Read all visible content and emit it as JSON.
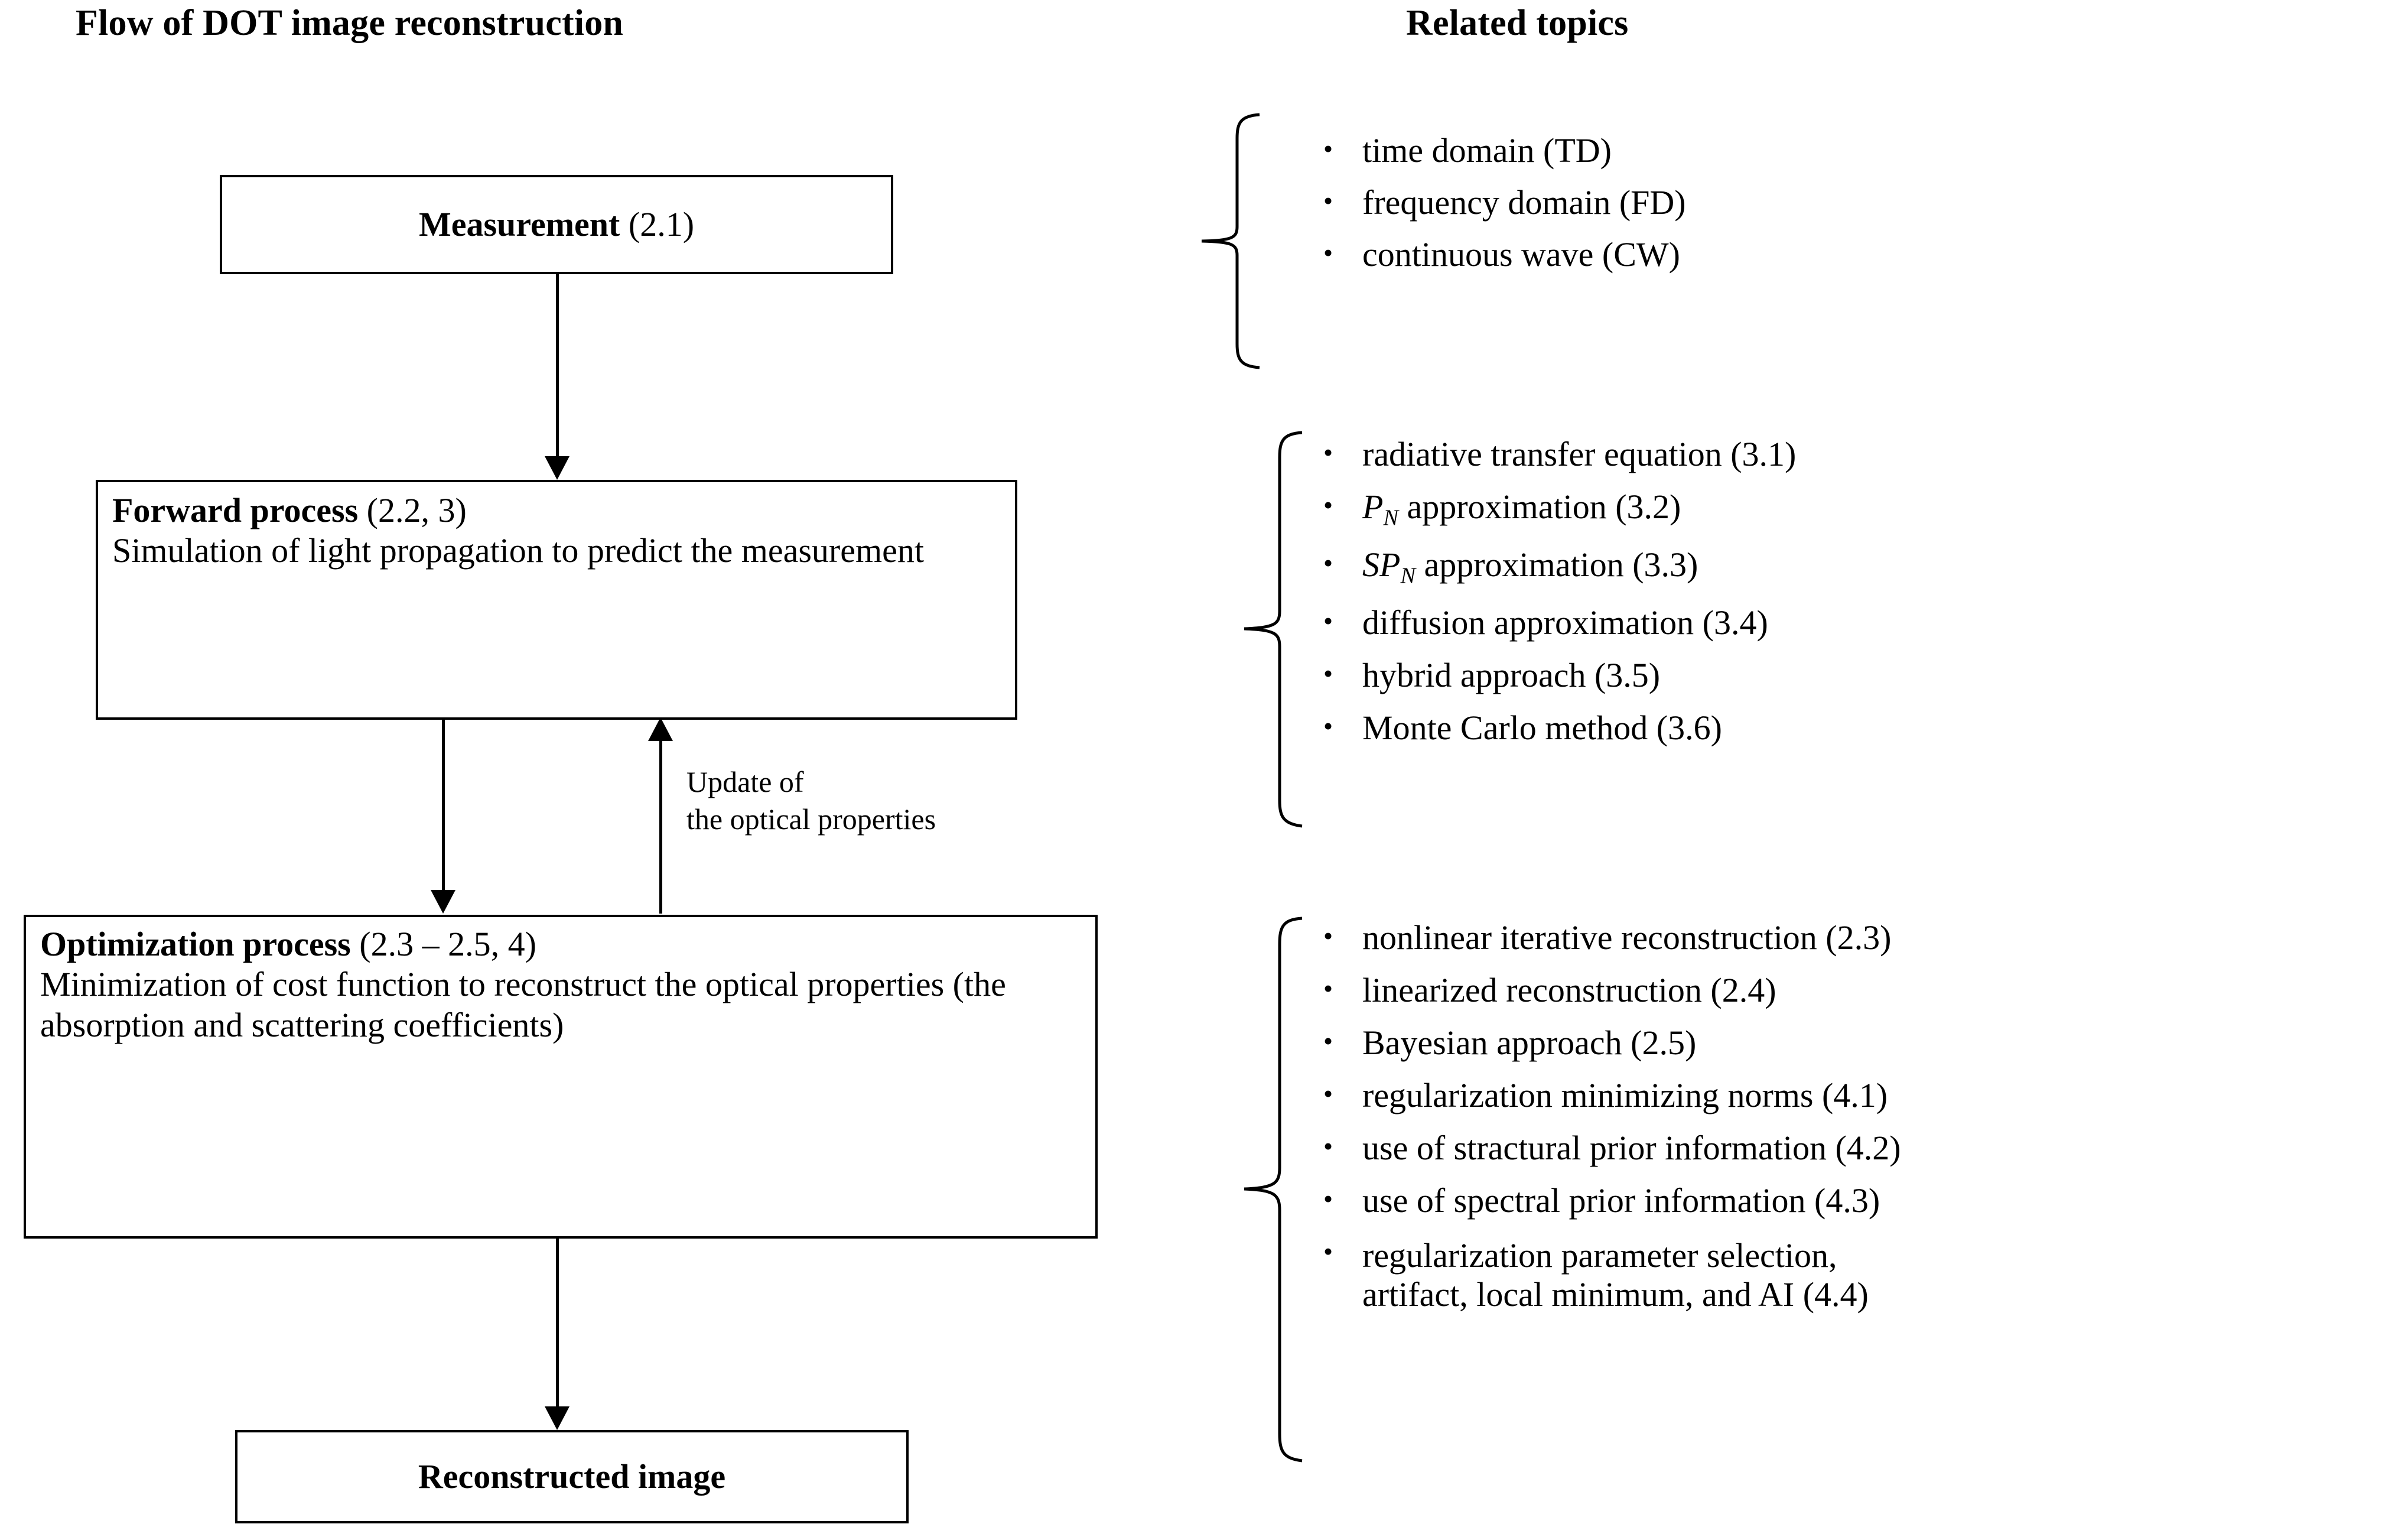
{
  "flow": {
    "title": "Flow of DOT image reconstruction",
    "boxes": [
      {
        "id": "measurement",
        "heading": "Measurement",
        "ref": " (2.1)",
        "body": ""
      },
      {
        "id": "forward-process",
        "heading": "Forward process",
        "ref": " (2.2, 3)",
        "body": "Simulation of light propagation to predict the measurement"
      },
      {
        "id": "optimization-process",
        "heading": "Optimization process",
        "ref": " (2.3 – 2.5, 4)",
        "body": "Minimization of cost function to reconstruct the optical properties (the absorption and scattering coefficients)"
      },
      {
        "id": "reconstructed-image",
        "heading": "Reconstructed image",
        "ref": "",
        "body": ""
      }
    ],
    "feedback_label_line1": "Update of",
    "feedback_label_line2": "the optical properties"
  },
  "topics": {
    "title": "Related topics",
    "groups": [
      {
        "id": "measurement-topics",
        "items": [
          {
            "text": "time domain (TD)"
          },
          {
            "text": "frequency  domain (FD)"
          },
          {
            "text": "continuous  wave (CW)"
          }
        ]
      },
      {
        "id": "forward-topics",
        "items": [
          {
            "text": "radiative transfer equation (3.1)"
          },
          {
            "math": "P",
            "sub": "N",
            "text": " approximation (3.2)"
          },
          {
            "math": "SP",
            "sub": "N",
            "text": " approximation (3.3)"
          },
          {
            "text": "diffusion approximation (3.4)"
          },
          {
            "text": "hybrid approach (3.5)"
          },
          {
            "text": "Monte Carlo method (3.6)"
          }
        ]
      },
      {
        "id": "optimization-topics",
        "items": [
          {
            "text": "nonlinear  iterative reconstruction (2.3)"
          },
          {
            "text": "linearized  reconstruction (2.4)"
          },
          {
            "text": "Bayesian approach (2.5)"
          },
          {
            "text": "regularization minimizing norms (4.1)"
          },
          {
            "text": "use of stractural prior information (4.2)"
          },
          {
            "text": "use of spectral prior information (4.3)"
          },
          {
            "text": "regularization parameter selection,\nartifact, local minimum,  and AI (4.4)"
          }
        ]
      }
    ]
  },
  "style": {
    "ink": "#000000",
    "paper": "#ffffff"
  }
}
